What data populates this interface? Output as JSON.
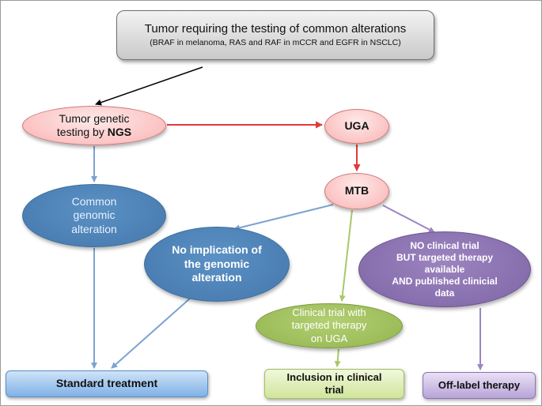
{
  "top_box": {
    "line1": "Tumor requiring the testing of common alterations",
    "line2": "(BRAF in melanoma, RAS and RAF in mCCR and EGFR in NSCLC)"
  },
  "tumor_node": {
    "line1": "Tumor genetic",
    "line2_prefix": "testing by ",
    "line2_bold": "NGS"
  },
  "uga_node": {
    "label": "UGA"
  },
  "mtb_node": {
    "label": "MTB"
  },
  "common_node": {
    "lines": [
      "Common",
      "genomic",
      "alteration"
    ]
  },
  "no_implication_node": {
    "lines": [
      "No implication of",
      "the genomic",
      "alteration"
    ]
  },
  "clinical_trial_node": {
    "lines": [
      "Clinical trial with",
      "targeted therapy",
      "on UGA"
    ]
  },
  "no_clinical_trial_node": {
    "lines": [
      "NO clinical trial",
      "BUT targeted therapy",
      "available",
      "AND published clinicial",
      "data"
    ]
  },
  "standard_treatment": {
    "label": "Standard treatment"
  },
  "inclusion": {
    "lines": [
      "Inclusion in clinical",
      "trial"
    ]
  },
  "off_label": {
    "label": "Off-label therapy"
  },
  "colors": {
    "arrow_black": "#000000",
    "arrow_red": "#e23a3a",
    "arrow_blue": "#7ba3d1",
    "arrow_green": "#a9c86a",
    "arrow_purple": "#9b86c2"
  }
}
